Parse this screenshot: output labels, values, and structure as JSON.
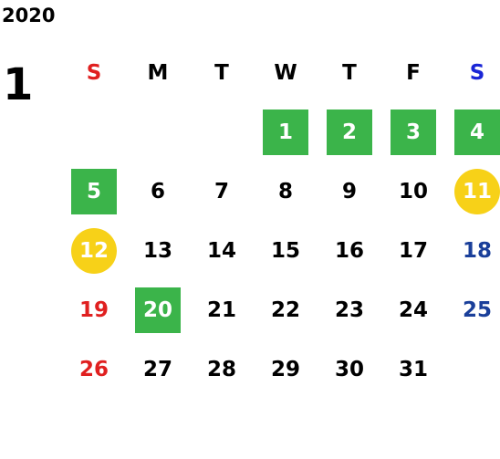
{
  "year": "2020",
  "month": "1",
  "weekdays": [
    "S",
    "M",
    "T",
    "W",
    "T",
    "F",
    "S"
  ],
  "weekday_colors": [
    "#e02020",
    "#000000",
    "#000000",
    "#000000",
    "#000000",
    "#000000",
    "#1a26d6"
  ],
  "colors": {
    "green_highlight": "#3bb44a",
    "holiday_circle": "#f7d118",
    "sunday_red": "#e02020",
    "saturday_blue": "#1a3f9a"
  },
  "weeks": [
    [
      "",
      "",
      "",
      "1",
      "2",
      "3",
      "4"
    ],
    [
      "5",
      "6",
      "7",
      "8",
      "9",
      "10",
      "11"
    ],
    [
      "12",
      "13",
      "14",
      "15",
      "16",
      "17",
      "18"
    ],
    [
      "19",
      "20",
      "21",
      "22",
      "23",
      "24",
      "25"
    ],
    [
      "26",
      "27",
      "28",
      "29",
      "30",
      "31",
      ""
    ]
  ],
  "green_days": [
    "1",
    "2",
    "3",
    "4",
    "5",
    "20"
  ],
  "holiday_days": [
    "11",
    "12"
  ]
}
